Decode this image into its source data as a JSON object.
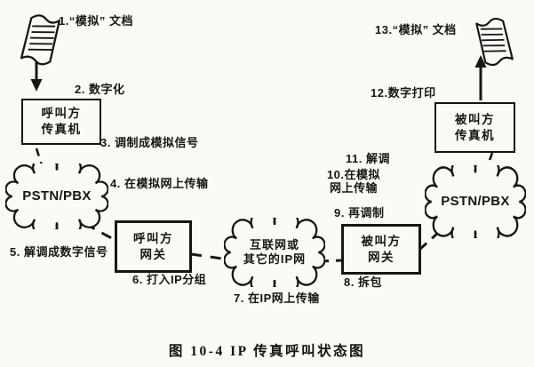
{
  "figure": {
    "caption": "图 10-4  IP 传真呼叫状态图"
  },
  "nodes": {
    "calling_fax": "呼叫方\n传真机",
    "calling_gateway": "呼叫方\n网关",
    "ip_cloud": "互联网或\n其它的IP网",
    "called_gateway": "被叫方\n网关",
    "called_fax": "被叫方\n传真机",
    "pstn_left": "PSTN/PBX",
    "pstn_right": "PSTN/PBX"
  },
  "steps": {
    "s1": "1.“模拟” 文档",
    "s2": "2. 数字化",
    "s3": "3. 调制成模拟信号",
    "s4": "4. 在模拟网上传输",
    "s5": "5. 解调成数字信号",
    "s6": "6. 打入IP分组",
    "s7": "7. 在IP网上传输",
    "s8": "8. 拆包",
    "s9": "9. 再调制",
    "s10": "10.在模拟\n网上传输",
    "s11": "11. 解调",
    "s12": "12.数字打印",
    "s13": "13.“模拟” 文档"
  },
  "icons": {
    "document": "hatched-paper-sheet",
    "down_arrow": "↓",
    "up_arrow": "↑"
  },
  "colors": {
    "ink": "#161616",
    "paper": "#fbfaf6"
  }
}
